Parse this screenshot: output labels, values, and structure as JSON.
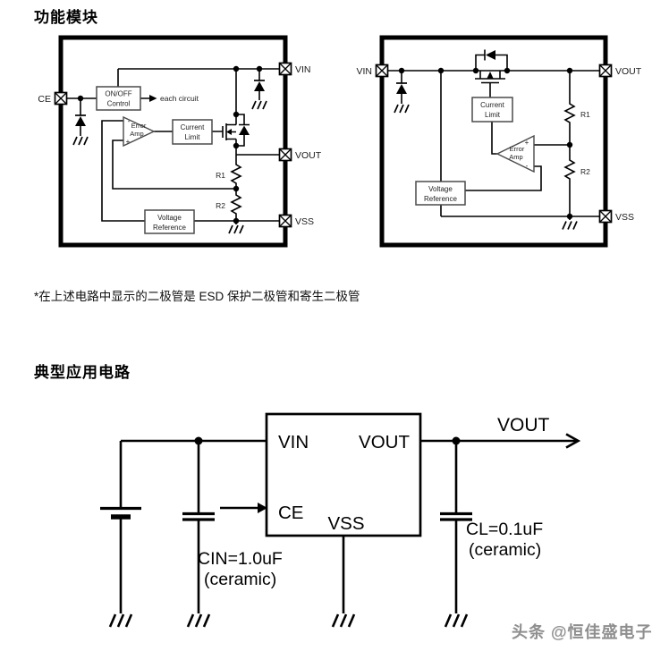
{
  "sections": {
    "functional_block_title": "功能模块",
    "esd_note": "*在上述电路中显示的二极管是 ESD 保护二极管和寄生二极管",
    "application_title": "典型应用电路"
  },
  "left_diagram": {
    "pins": {
      "ce": "CE",
      "vin": "VIN",
      "vout": "VOUT",
      "vss": "VSS"
    },
    "onoff": {
      "l1": "ON/OFF",
      "l2": "Control"
    },
    "each_circuit": "each circuit",
    "error_amp": {
      "l1": "Error",
      "l2": "Amp",
      "plus": "+",
      "minus": "-"
    },
    "current_limit": {
      "l1": "Current",
      "l2": "Limit"
    },
    "voltage_ref": {
      "l1": "Voltage",
      "l2": "Reference"
    },
    "r1": "R1",
    "r2": "R2"
  },
  "right_diagram": {
    "pins": {
      "vin": "VIN",
      "vout": "VOUT",
      "vss": "VSS"
    },
    "current_limit": {
      "l1": "Current",
      "l2": "Limit"
    },
    "error_amp": {
      "l1": "Error",
      "l2": "Amp",
      "plus": "+",
      "minus": "-"
    },
    "voltage_ref": {
      "l1": "Voltage",
      "l2": "Reference"
    },
    "r1": "R1",
    "r2": "R2"
  },
  "app_circuit": {
    "ic": {
      "vin": "VIN",
      "vout": "VOUT",
      "ce": "CE",
      "vss": "VSS"
    },
    "output_label": "VOUT",
    "cin": {
      "value": "CIN=1.0uF",
      "type": "(ceramic)"
    },
    "cl": {
      "value": "CL=0.1uF",
      "type": "(ceramic)"
    }
  },
  "watermark": "头条 @恒佳盛电子",
  "colors": {
    "wire": "#000000",
    "box_stroke": "#4a4a4a",
    "watermark": "#8f8f8f"
  }
}
